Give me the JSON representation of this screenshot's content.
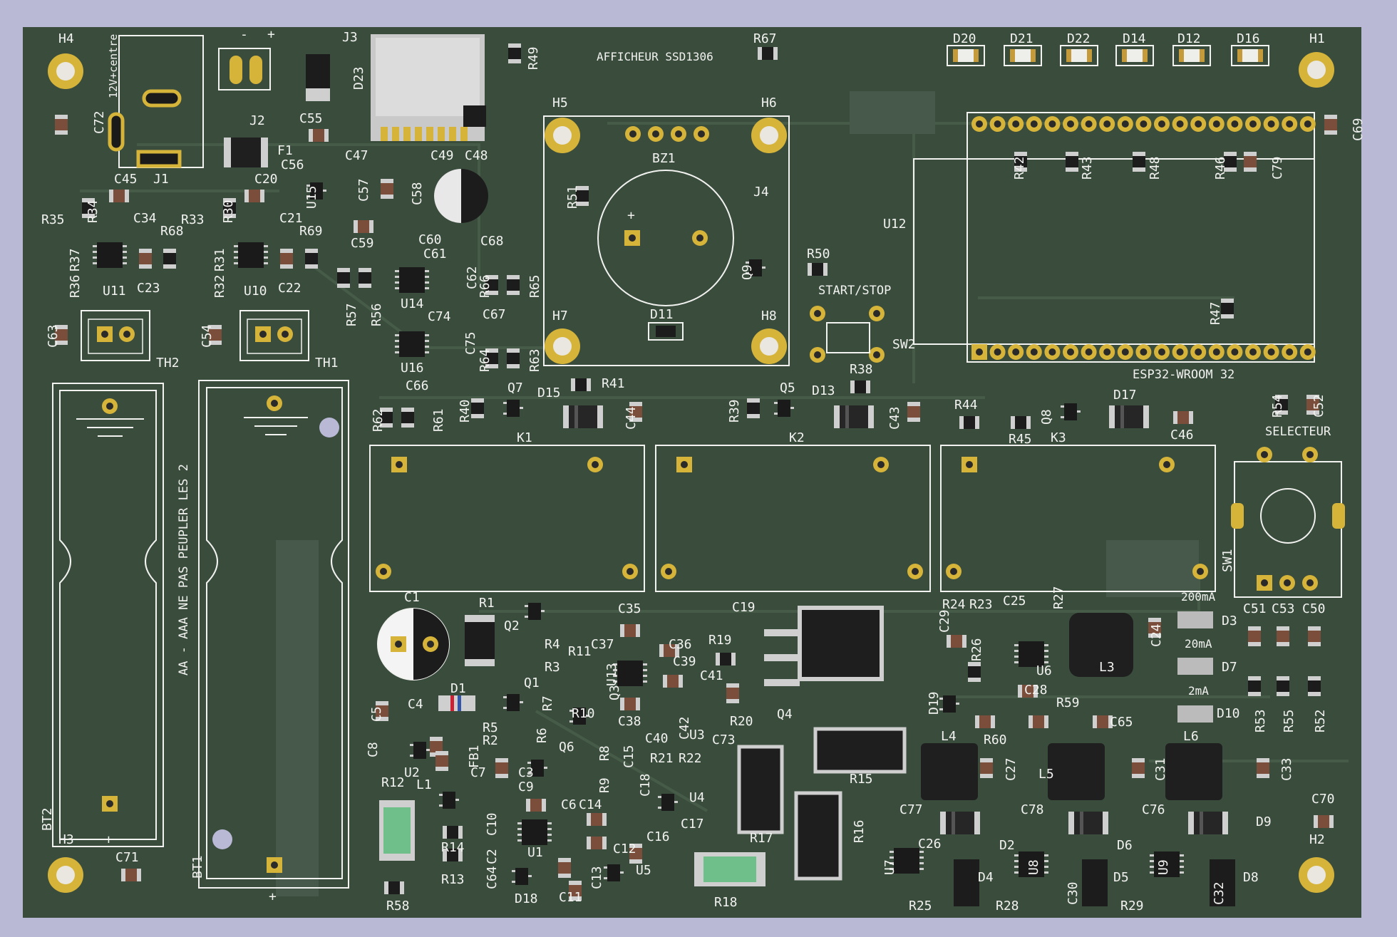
{
  "colors": {
    "background": "#b9b9d6",
    "pcb": "#3a4d3d",
    "silkscreen": "#f2f2f0",
    "copper_pad": "#d6b43a",
    "resistor_body": "#1c1c1c",
    "capacitor_body": "#7a4e3a"
  },
  "board_text": {
    "afficheur": "AFFICHEUR SSD1306",
    "start_stop": "START/STOP",
    "selecteur": "SELECTEUR",
    "esp32": "ESP32-WROOM 32",
    "power": "12V+centre",
    "battery_note": "AA - AAA NE PAS PEUPLER LES 2",
    "range_200ma": "200mA",
    "range_20ma": "20mA",
    "range_2ma": "2mA",
    "minus": "-",
    "plus": "+",
    "plus2": "+",
    "plus3": "+",
    "plus4": "+"
  },
  "refs": {
    "H1": "H1",
    "H2": "H2",
    "H3": "H3",
    "H4": "H4",
    "H5": "H5",
    "H6": "H6",
    "H7": "H7",
    "H8": "H8",
    "J1": "J1",
    "J2": "J2",
    "J3": "J3",
    "J4": "J4",
    "BZ1": "BZ1",
    "SW1": "SW1",
    "SW2": "SW2",
    "K1": "K1",
    "K2": "K2",
    "K3": "K3",
    "TH1": "TH1",
    "TH2": "TH2",
    "BT1": "BT1",
    "BT2": "BT2",
    "F1": "F1",
    "FB1": "FB1",
    "U1": "U1",
    "U2": "U2",
    "U3": "U3",
    "U4": "U4",
    "U5": "U5",
    "U6": "U6",
    "U7": "U7",
    "U8": "U8",
    "U9": "U9",
    "U10": "U10",
    "U11": "U11",
    "U12": "U12",
    "U13": "U13",
    "U14": "U14",
    "U15": "U15",
    "U16": "U16",
    "Q1": "Q1",
    "Q2": "Q2",
    "Q3": "Q3",
    "Q4": "Q4",
    "Q5": "Q5",
    "Q6": "Q6",
    "Q7": "Q7",
    "Q8": "Q8",
    "Q9": "Q9",
    "L1": "L1",
    "L3": "L3",
    "L4": "L4",
    "L5": "L5",
    "L6": "L6",
    "D1": "D1",
    "D2": "D2",
    "D3": "D3",
    "D4": "D4",
    "D5": "D5",
    "D6": "D6",
    "D7": "D7",
    "D8": "D8",
    "D9": "D9",
    "D10": "D10",
    "D11": "D11",
    "D12": "D12",
    "D13": "D13",
    "D14": "D14",
    "D15": "D15",
    "D16": "D16",
    "D17": "D17",
    "D18": "D18",
    "D19": "D19",
    "D20": "D20",
    "D21": "D21",
    "D22": "D22",
    "D23": "D23",
    "R1": "R1",
    "R2": "R2",
    "R3": "R3",
    "R4": "R4",
    "R5": "R5",
    "R6": "R6",
    "R7": "R7",
    "R8": "R8",
    "R9": "R9",
    "R10": "R10",
    "R11": "R11",
    "R12": "R12",
    "R13": "R13",
    "R14": "R14",
    "R15": "R15",
    "R16": "R16",
    "R17": "R17",
    "R18": "R18",
    "R19": "R19",
    "R20": "R20",
    "R21": "R21",
    "R22": "R22",
    "R23": "R23",
    "R24": "R24",
    "R25": "R25",
    "R26": "R26",
    "R27": "R27",
    "R28": "R28",
    "R29": "R29",
    "R30": "R30",
    "R31": "R31",
    "R32": "R32",
    "R33": "R33",
    "R34": "R34",
    "R35": "R35",
    "R36": "R36",
    "R37": "R37",
    "R38": "R38",
    "R39": "R39",
    "R40": "R40",
    "R41": "R41",
    "R42": "R42",
    "R43": "R43",
    "R44": "R44",
    "R45": "R45",
    "R46": "R46",
    "R47": "R47",
    "R48": "R48",
    "R49": "R49",
    "R50": "R50",
    "R51": "R51",
    "R52": "R52",
    "R53": "R53",
    "R54": "R54",
    "R55": "R55",
    "R56": "R56",
    "R57": "R57",
    "R58": "R58",
    "R59": "R59",
    "R60": "R60",
    "R61": "R61",
    "R62": "R62",
    "R63": "R63",
    "R64": "R64",
    "R65": "R65",
    "R66": "R66",
    "R67": "R67",
    "R68": "R68",
    "R69": "R69",
    "C1": "C1",
    "C2": "C2",
    "C3": "C3",
    "C4": "C4",
    "C5": "C5",
    "C6": "C6",
    "C7": "C7",
    "C8": "C8",
    "C9": "C9",
    "C10": "C10",
    "C11": "C11",
    "C12": "C12",
    "C13": "C13",
    "C14": "C14",
    "C15": "C15",
    "C16": "C16",
    "C17": "C17",
    "C18": "C18",
    "C19": "C19",
    "C20": "C20",
    "C21": "C21",
    "C22": "C22",
    "C23": "C23",
    "C24": "C24",
    "C25": "C25",
    "C26": "C26",
    "C27": "C27",
    "C28": "C28",
    "C29": "C29",
    "C30": "C30",
    "C31": "C31",
    "C32": "C32",
    "C33": "C33",
    "C34": "C34",
    "C35": "C35",
    "C36": "C36",
    "C37": "C37",
    "C38": "C38",
    "C39": "C39",
    "C40": "C40",
    "C41": "C41",
    "C42": "C42",
    "C43": "C43",
    "C44": "C44",
    "C45": "C45",
    "C46": "C46",
    "C47": "C47",
    "C48": "C48",
    "C49": "C49",
    "C50": "C50",
    "C51": "C51",
    "C52": "C52",
    "C53": "C53",
    "C54": "C54",
    "C55": "C55",
    "C56": "C56",
    "C57": "C57",
    "C58": "C58",
    "C59": "C59",
    "C60": "C60",
    "C61": "C61",
    "C62": "C62",
    "C63": "C63",
    "C64": "C64",
    "C65": "C65",
    "C66": "C66",
    "C67": "C67",
    "C68": "C68",
    "C69": "C69",
    "C70": "C70",
    "C71": "C71",
    "C72": "C72",
    "C73": "C73",
    "C74": "C74",
    "C75": "C75",
    "C76": "C76",
    "C77": "C77",
    "C78": "C78",
    "C79": "C79"
  }
}
